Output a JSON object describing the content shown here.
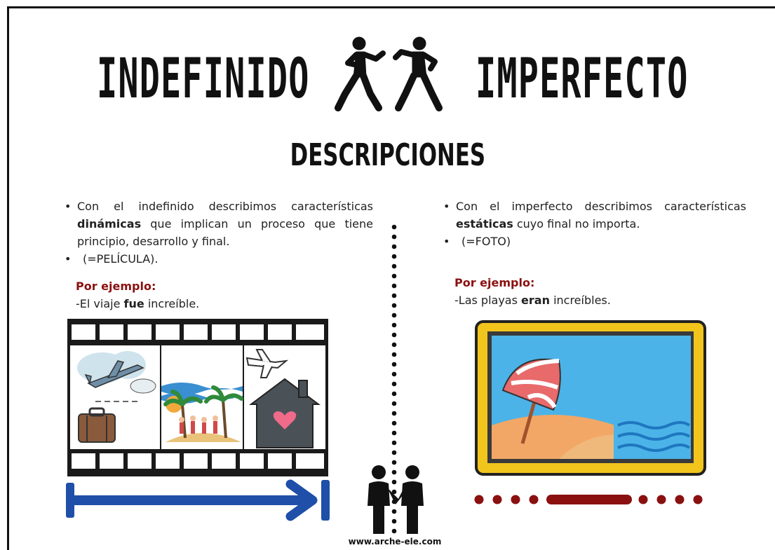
{
  "title": {
    "left": "INDEFINIDO",
    "right": "IMPERFECTO"
  },
  "subtitle": "DESCRIPCIONES",
  "left": {
    "bullet1_pre": "Con el indefinido describimos características",
    "bullet1_bold": "dinámicas",
    "bullet1_post": "que implican un proceso que tiene principio, desarrollo y final.",
    "bullet2": "(=PELÍCULA).",
    "example_label": "Por ejemplo:",
    "example_pre": "-El viaje",
    "example_bold": "fue",
    "example_post": "increíble."
  },
  "right": {
    "bullet1_pre": "Con el imperfecto describimos características",
    "bullet1_bold": "estáticas",
    "bullet1_post": "cuyo final no importa.",
    "bullet2": "(=FOTO)",
    "example_label": "Por ejemplo:",
    "example_pre": "-Las playas",
    "example_bold": "eran",
    "example_post": "increíbles."
  },
  "footer": {
    "url": "www.arche-ele.com"
  },
  "icons": [
    "fighting-figure-icon",
    "fighting-figure-icon",
    "film-strip-icon",
    "airplane-icon",
    "suitcase-icon",
    "palm-tree-icon",
    "house-icon",
    "heart-icon",
    "photo-frame-icon",
    "beach-umbrella-icon",
    "arrow-right-icon",
    "handshake-icon"
  ],
  "colors": {
    "example_label": "#8b1010",
    "arrow": "#1f4fa8",
    "dotted_line": "#8b1010",
    "frame": "#f2c51d"
  }
}
